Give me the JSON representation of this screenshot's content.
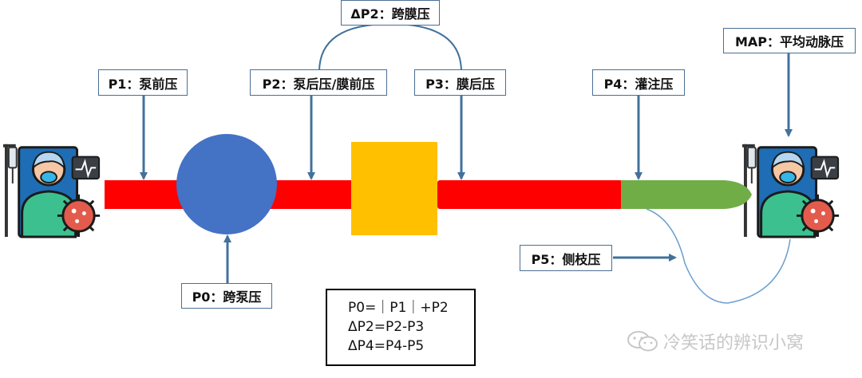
{
  "labels": {
    "p1": "P1：泵前压",
    "p2": "P2：泵后压/膜前压",
    "dp2": "ΔP2：跨膜压",
    "p3": "P3：膜后压",
    "p4": "P4：灌注压",
    "map": "MAP：平均动脉压",
    "p0": "P0：跨泵压",
    "p5": "P5：侧枝压"
  },
  "formulas": [
    "P0=｜P1｜+P2",
    "ΔP2=P2-P3",
    "ΔP4=P4-P5"
  ],
  "watermark": "冷笑话的辨识小窝",
  "icons": {
    "left_patient": "patient-in-bed-with-virus-icon",
    "right_patient": "patient-in-bed-with-virus-icon"
  },
  "colors": {
    "tube": "#ff0000",
    "pump": "#4472c4",
    "membrane": "#ffc000",
    "cannula": "#70ad47",
    "arrow": "#41719c"
  }
}
